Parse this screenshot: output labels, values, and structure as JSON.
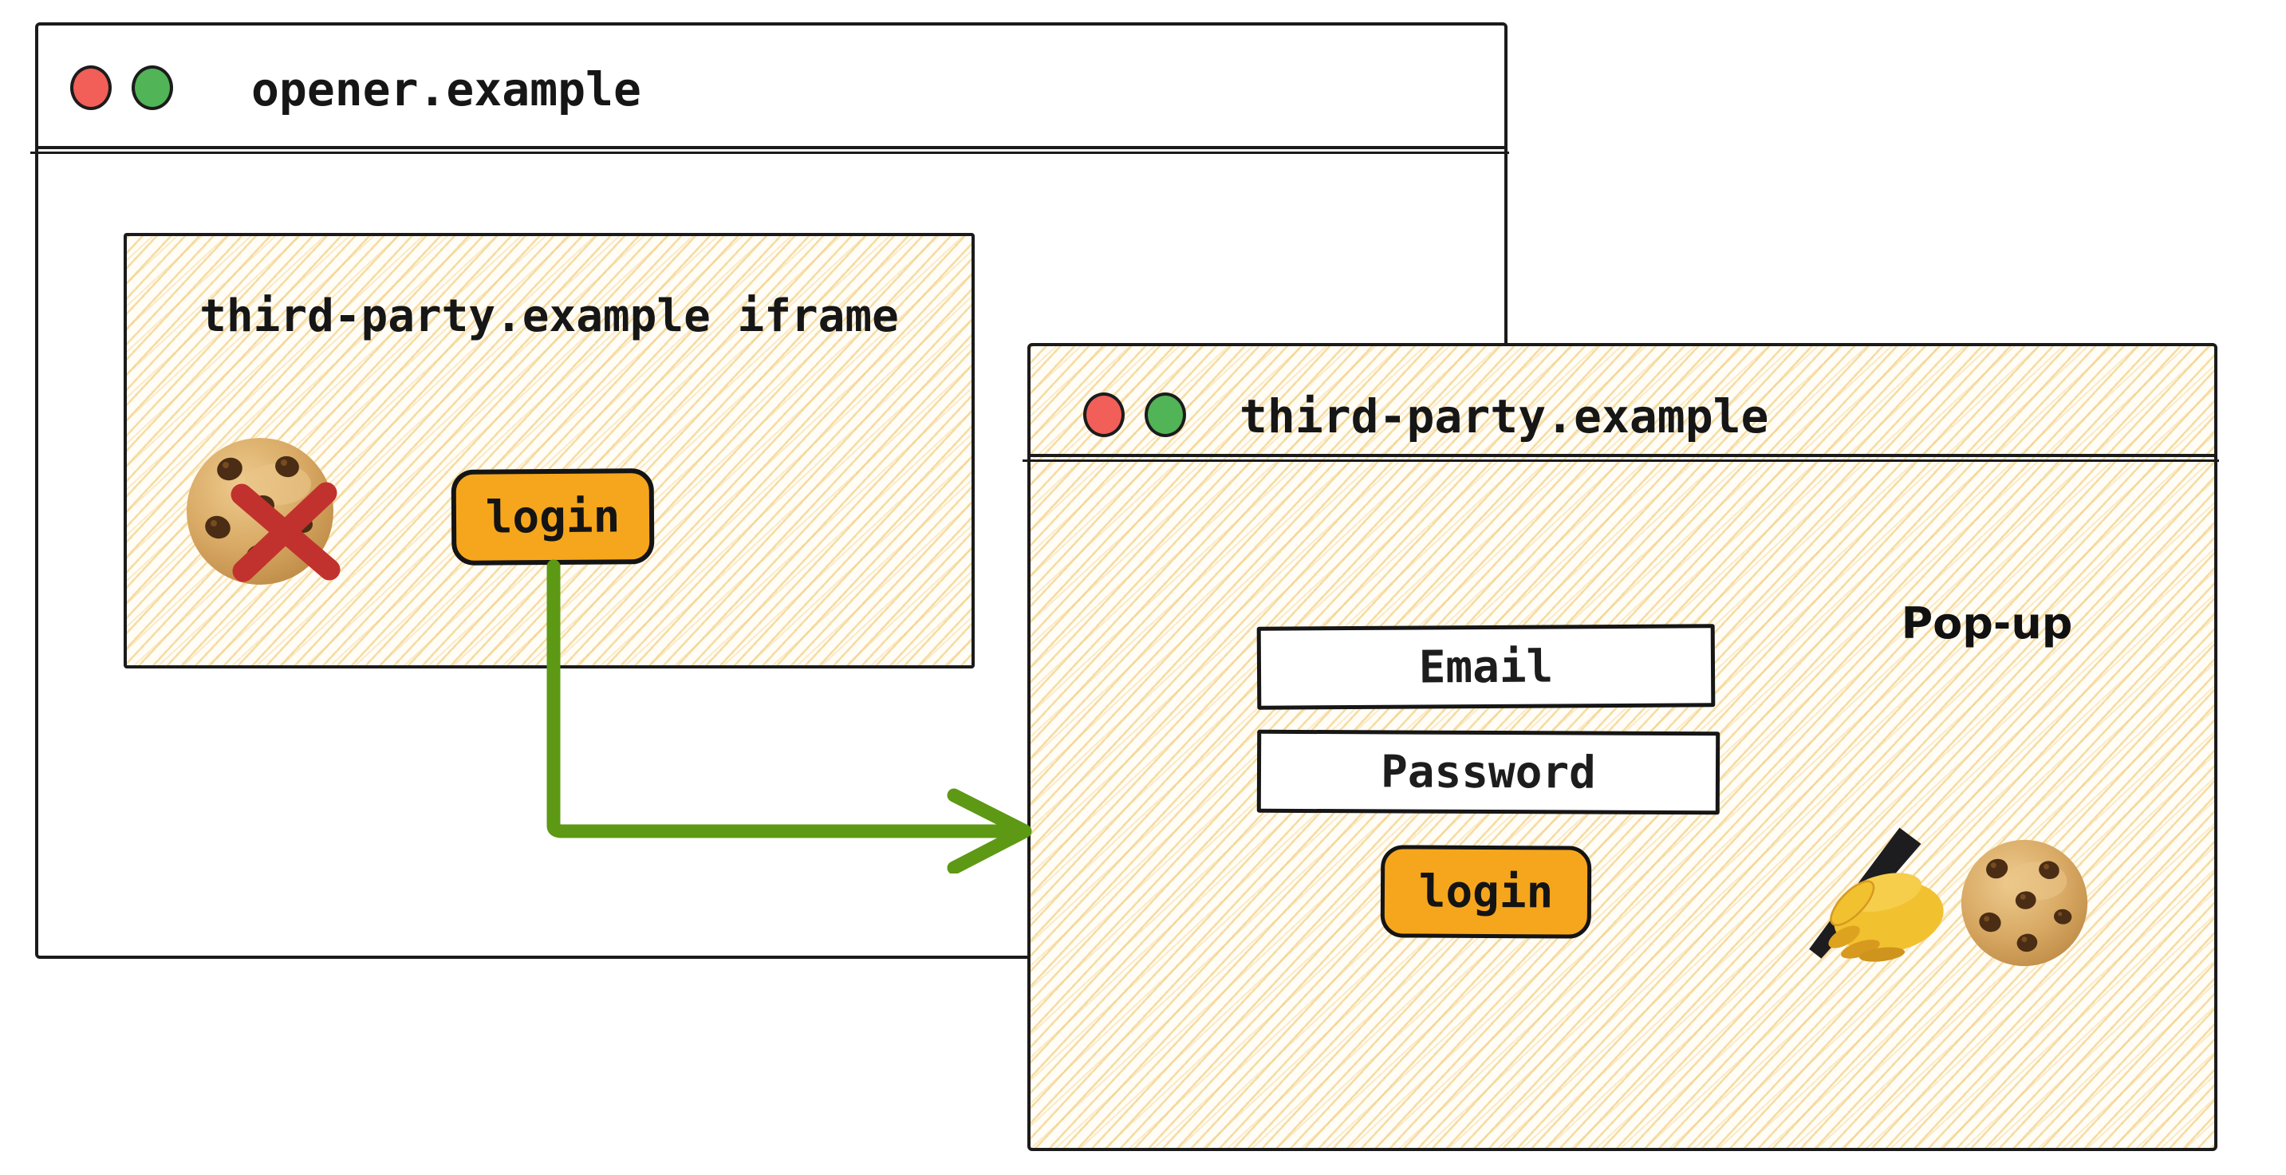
{
  "opener_window": {
    "title": "opener.example",
    "iframe": {
      "label": "third-party.example iframe",
      "login_button_label": "login"
    }
  },
  "popup_window": {
    "title": "third-party.example",
    "popup_label": "Pop-up",
    "email_field_label": "Email",
    "password_field_label": "Password",
    "login_button_label": "login"
  },
  "colors": {
    "window_border": "#1b1b1b",
    "button_orange": "#f6a61c",
    "arrow_green": "#5d9914",
    "blocked_x_red": "#c1322e",
    "traffic_light_red": "#f25e58",
    "traffic_light_green": "#51b457",
    "hatch_gold": "#f3ce82",
    "cookie_brown": "#d8a964"
  }
}
